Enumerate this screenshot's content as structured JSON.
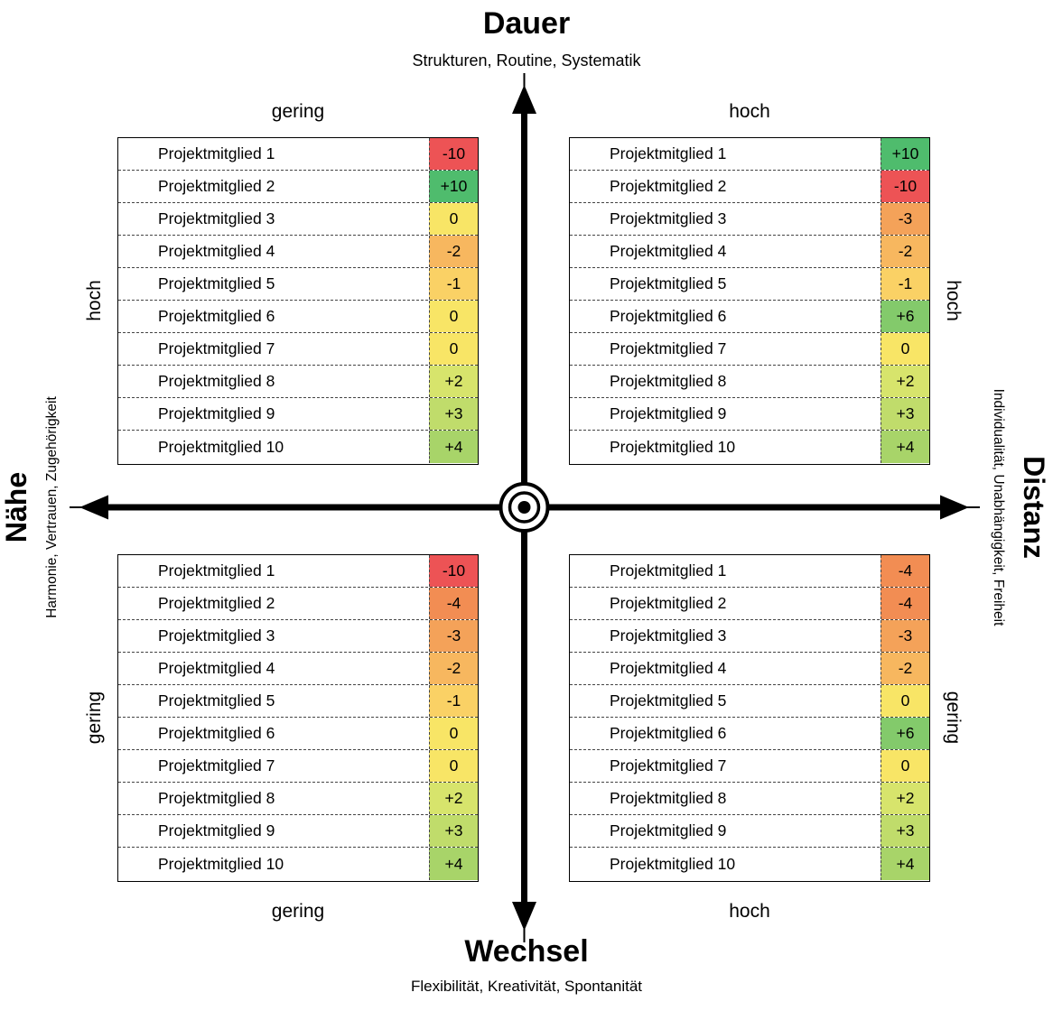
{
  "axes": {
    "top": {
      "title": "Dauer",
      "subtitle": "Strukturen, Routine, Systematik"
    },
    "bottom": {
      "title": "Wechsel",
      "subtitle": "Flexibilität, Kreativität, Spontanität"
    },
    "left": {
      "title": "Nähe",
      "subtitle": "Harmonie, Vertrauen, Zugehörigkeit"
    },
    "right": {
      "title": "Distanz",
      "subtitle": "Individualität, Unabhängigkeit, Freiheit"
    }
  },
  "colors": {
    "axis": "#000000",
    "minus10": "#ed5355",
    "plus10": "#4fbc6d"
  },
  "quadrants": {
    "top_left": {
      "h_label": "gering",
      "v_label": "hoch",
      "rows": [
        {
          "label": "Projektmitglied 1",
          "value": "-10",
          "color": "#ed5355"
        },
        {
          "label": "Projektmitglied 2",
          "value": "+10",
          "color": "#4fbc6d"
        },
        {
          "label": "Projektmitglied 3",
          "value": "0",
          "color": "#f8e566"
        },
        {
          "label": "Projektmitglied 4",
          "value": "-2",
          "color": "#f7b75f"
        },
        {
          "label": "Projektmitglied 5",
          "value": "-1",
          "color": "#fad165"
        },
        {
          "label": "Projektmitglied 6",
          "value": "0",
          "color": "#f8e566"
        },
        {
          "label": "Projektmitglied 7",
          "value": "0",
          "color": "#f8e566"
        },
        {
          "label": "Projektmitglied 8",
          "value": "+2",
          "color": "#d7e46c"
        },
        {
          "label": "Projektmitglied 9",
          "value": "+3",
          "color": "#c0dc6b"
        },
        {
          "label": "Projektmitglied 10",
          "value": "+4",
          "color": "#a8d469"
        }
      ]
    },
    "top_right": {
      "h_label": "hoch",
      "v_label": "hoch",
      "rows": [
        {
          "label": "Projektmitglied 1",
          "value": "+10",
          "color": "#4fbc6d"
        },
        {
          "label": "Projektmitglied 2",
          "value": "-10",
          "color": "#ed5355"
        },
        {
          "label": "Projektmitglied 3",
          "value": "-3",
          "color": "#f4a259"
        },
        {
          "label": "Projektmitglied 4",
          "value": "-2",
          "color": "#f7b75f"
        },
        {
          "label": "Projektmitglied 5",
          "value": "-1",
          "color": "#fad165"
        },
        {
          "label": "Projektmitglied 6",
          "value": "+6",
          "color": "#83ca6b"
        },
        {
          "label": "Projektmitglied 7",
          "value": "0",
          "color": "#f8e566"
        },
        {
          "label": "Projektmitglied 8",
          "value": "+2",
          "color": "#d7e46c"
        },
        {
          "label": "Projektmitglied 9",
          "value": "+3",
          "color": "#c0dc6b"
        },
        {
          "label": "Projektmitglied 10",
          "value": "+4",
          "color": "#a8d469"
        }
      ]
    },
    "bottom_left": {
      "h_label": "gering",
      "v_label": "gering",
      "rows": [
        {
          "label": "Projektmitglied 1",
          "value": "-10",
          "color": "#ed5355"
        },
        {
          "label": "Projektmitglied 2",
          "value": "-4",
          "color": "#f28d53"
        },
        {
          "label": "Projektmitglied 3",
          "value": "-3",
          "color": "#f4a259"
        },
        {
          "label": "Projektmitglied 4",
          "value": "-2",
          "color": "#f7b75f"
        },
        {
          "label": "Projektmitglied 5",
          "value": "-1",
          "color": "#fad165"
        },
        {
          "label": "Projektmitglied 6",
          "value": "0",
          "color": "#f8e566"
        },
        {
          "label": "Projektmitglied 7",
          "value": "0",
          "color": "#f8e566"
        },
        {
          "label": "Projektmitglied 8",
          "value": "+2",
          "color": "#d7e46c"
        },
        {
          "label": "Projektmitglied 9",
          "value": "+3",
          "color": "#c0dc6b"
        },
        {
          "label": "Projektmitglied 10",
          "value": "+4",
          "color": "#a8d469"
        }
      ]
    },
    "bottom_right": {
      "h_label": "hoch",
      "v_label": "gering",
      "rows": [
        {
          "label": "Projektmitglied 1",
          "value": "-4",
          "color": "#f28d53"
        },
        {
          "label": "Projektmitglied 2",
          "value": "-4",
          "color": "#f28d53"
        },
        {
          "label": "Projektmitglied 3",
          "value": "-3",
          "color": "#f4a259"
        },
        {
          "label": "Projektmitglied 4",
          "value": "-2",
          "color": "#f7b75f"
        },
        {
          "label": "Projektmitglied 5",
          "value": "0",
          "color": "#f8e566"
        },
        {
          "label": "Projektmitglied 6",
          "value": "+6",
          "color": "#83ca6b"
        },
        {
          "label": "Projektmitglied 7",
          "value": "0",
          "color": "#f8e566"
        },
        {
          "label": "Projektmitglied 8",
          "value": "+2",
          "color": "#d7e46c"
        },
        {
          "label": "Projektmitglied 9",
          "value": "+3",
          "color": "#c0dc6b"
        },
        {
          "label": "Projektmitglied 10",
          "value": "+4",
          "color": "#a8d469"
        }
      ]
    }
  }
}
